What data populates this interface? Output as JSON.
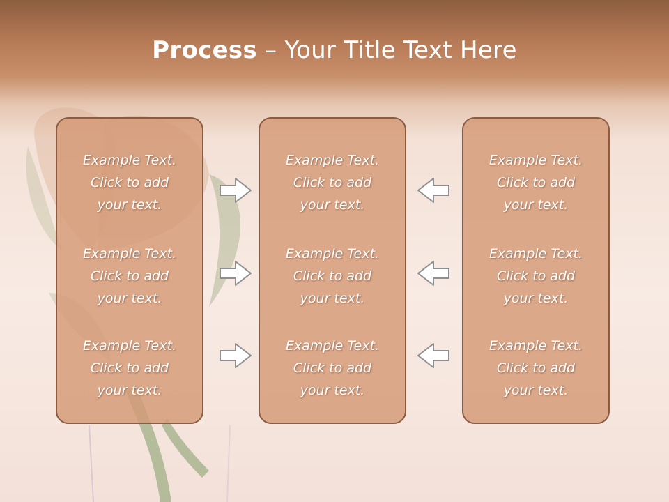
{
  "slide": {
    "title_bold": "Process",
    "title_rest": " – Your Title Text Here"
  },
  "boxes": [
    {
      "items": [
        {
          "line1": "Example Text.",
          "line2": "Click  to add",
          "line3": "your text."
        },
        {
          "line1": "Example Text.",
          "line2": "Click  to add",
          "line3": "your text."
        },
        {
          "line1": "Example Text.",
          "line2": "Click  to add",
          "line3": "your text."
        }
      ]
    },
    {
      "items": [
        {
          "line1": "Example Text.",
          "line2": "Click  to add",
          "line3": "your text."
        },
        {
          "line1": "Example Text.",
          "line2": "Click  to add",
          "line3": "your text."
        },
        {
          "line1": "Example Text.",
          "line2": "Click  to add",
          "line3": "your text."
        }
      ]
    },
    {
      "items": [
        {
          "line1": "Example Text.",
          "line2": "Click  to add",
          "line3": "your text."
        },
        {
          "line1": "Example Text.",
          "line2": "Click  to add",
          "line3": "your text."
        },
        {
          "line1": "Example Text.",
          "line2": "Click  to add",
          "line3": "your text."
        }
      ]
    }
  ],
  "arrows": {
    "left_group": [
      "right-arrow-icon",
      "right-arrow-icon",
      "right-arrow-icon"
    ],
    "right_group": [
      "left-arrow-icon",
      "left-arrow-icon",
      "left-arrow-icon"
    ]
  },
  "colors": {
    "header": "#b77a56",
    "box_fill": "#d49a76",
    "box_border": "#8a5c44",
    "text": "#ffffff"
  }
}
